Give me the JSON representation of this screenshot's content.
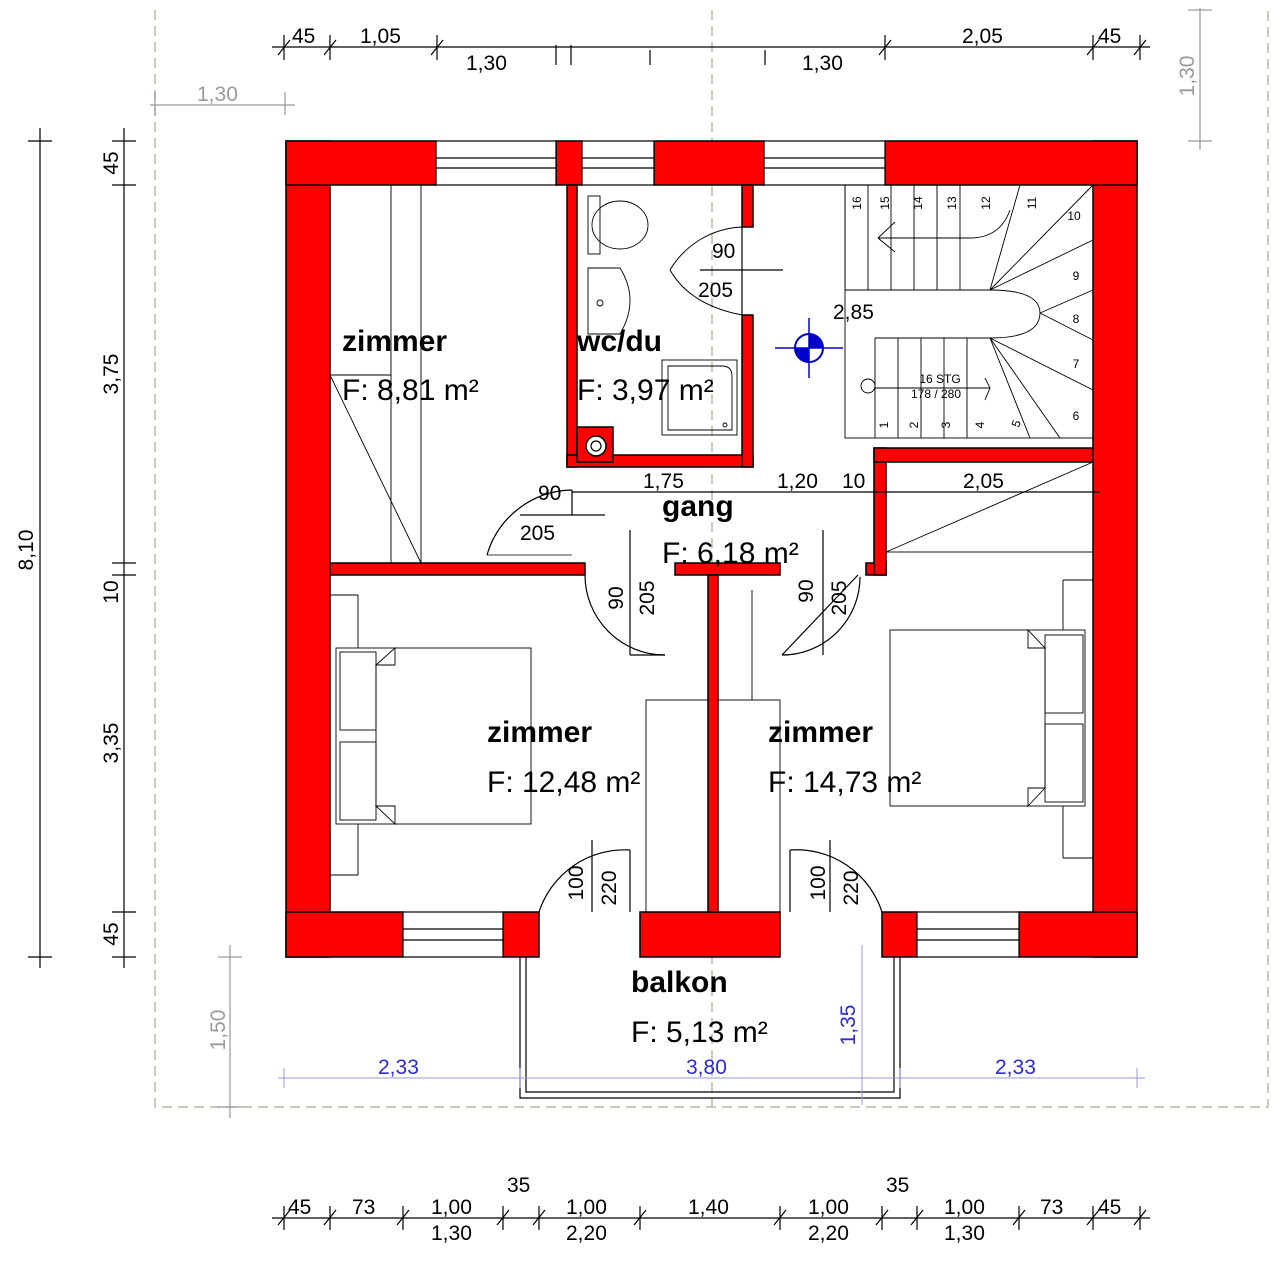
{
  "rooms": {
    "zimmer_nw": {
      "name": "zimmer",
      "area": "F: 8,81 m²"
    },
    "wcdu": {
      "name": "wc/du",
      "area": "F: 3,97 m²"
    },
    "gang": {
      "name": "gang",
      "area": "F: 6,18 m²"
    },
    "zimmer_sw": {
      "name": "zimmer",
      "area": "F: 12,48 m²"
    },
    "zimmer_se": {
      "name": "zimmer",
      "area": "F: 14,73 m²"
    },
    "balkon": {
      "name": "balkon",
      "area": "F: 5,13 m²"
    }
  },
  "top_dims": {
    "upper": [
      "45",
      "1,05",
      "2,05",
      "45"
    ],
    "lower": [
      "1,30",
      "1,30"
    ]
  },
  "left_dims": {
    "total": "8,10",
    "parts": [
      "45",
      "3,75",
      "10",
      "3,35",
      "45"
    ]
  },
  "gray_dims": {
    "top_left": "1,30",
    "right": "1,30",
    "left_bottom": "1,50"
  },
  "bottom_dims": {
    "upper": [
      "45",
      "73",
      "1,00",
      "1,00",
      "1,40",
      "1,00",
      "1,00",
      "73",
      "45"
    ],
    "lower": [
      "1,30",
      "2,20",
      "2,20",
      "1,30"
    ],
    "above": [
      "35",
      "35"
    ]
  },
  "blue_dims": {
    "left": "2,33",
    "center": "3,80",
    "right": "2,33",
    "balkon_depth": "1,35"
  },
  "interior_dims": {
    "wc_door_w": "90",
    "wc_door_h": "205",
    "stair_width": "2,85",
    "gang_1": "1,75",
    "gang_2": "1,20",
    "gang_3": "10",
    "gang_4": "2,05",
    "gang_door_w": "90",
    "gang_door_h": "205",
    "door_sw_w": "90",
    "door_sw_h": "205",
    "door_se_w": "90",
    "door_se_h": "205",
    "balk_door1_w": "100",
    "balk_door1_h": "220",
    "balk_door2_w": "100",
    "balk_door2_h": "220"
  },
  "stairs": {
    "info1": "16 STG",
    "info2": "178 / 280",
    "steps": [
      "16",
      "15",
      "14",
      "13",
      "12",
      "11",
      "10",
      "9",
      "8",
      "7",
      "6",
      "5",
      "4",
      "3",
      "2",
      "1"
    ]
  },
  "colors": {
    "wall": "#ff0000",
    "marker": "#0000cc"
  }
}
